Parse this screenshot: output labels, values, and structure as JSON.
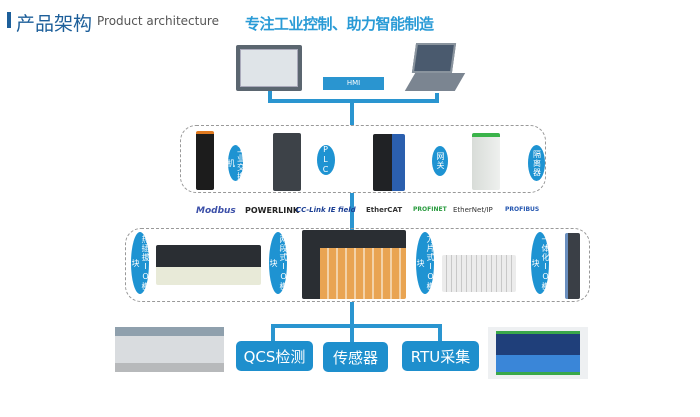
{
  "header": {
    "title": "产品架构",
    "subtitle": "Product architecture",
    "slogan": "专注工业控制、助力智能制造"
  },
  "top": {
    "hmi_label": "HMI"
  },
  "network_layer": {
    "items": [
      {
        "label": "工业交换机"
      },
      {
        "label": "PLC"
      },
      {
        "label": "网关"
      },
      {
        "label": "隔离器"
      }
    ]
  },
  "protocols": [
    "Modbus",
    "POWERLINK",
    "CC-Link IE field",
    "EtherCAT",
    "PROFINET",
    "EtherNet/IP",
    "PROFIBUS"
  ],
  "io_layer": {
    "items": [
      {
        "label": "热插拔IO模块"
      },
      {
        "label": "两段式IO模块"
      },
      {
        "label": "刀片式IO模块"
      },
      {
        "label": "一体化IO模块"
      }
    ]
  },
  "bottom": {
    "items": [
      {
        "label": "QCS检测"
      },
      {
        "label": "传感器"
      },
      {
        "label": "RTU采集"
      }
    ]
  },
  "colors": {
    "accent": "#1e8fcd",
    "title": "#1d5f9a",
    "slogan": "#2a9bd6"
  }
}
